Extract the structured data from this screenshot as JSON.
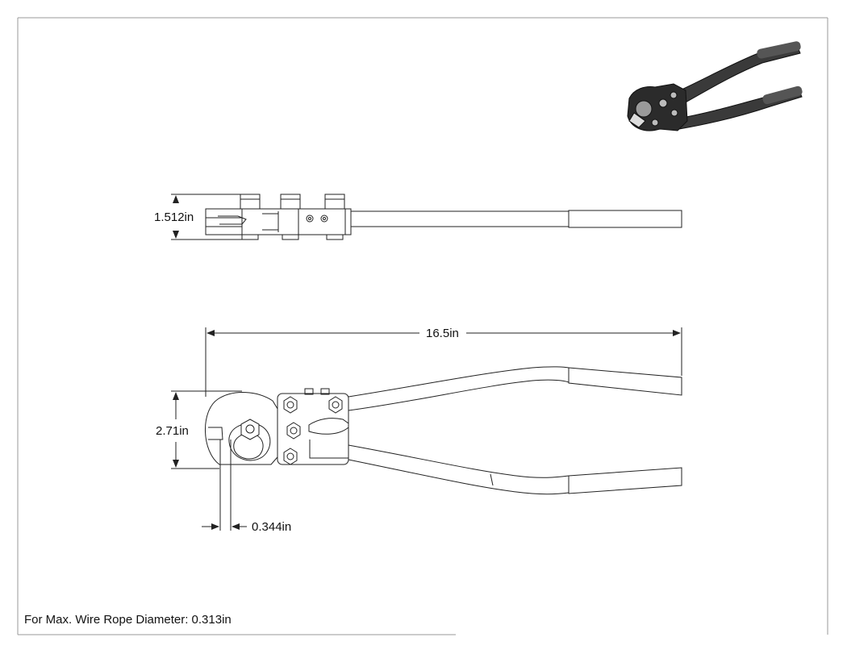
{
  "dimensions": {
    "side_height": "1.512in",
    "overall_length": "16.5in",
    "jaw_height": "2.71in",
    "jaw_gap": "0.344in"
  },
  "note": "For Max. Wire Rope Diameter: 0.313in",
  "colors": {
    "line": "#222222",
    "iso_body": "#3a3a3a",
    "iso_grip": "#555555"
  }
}
